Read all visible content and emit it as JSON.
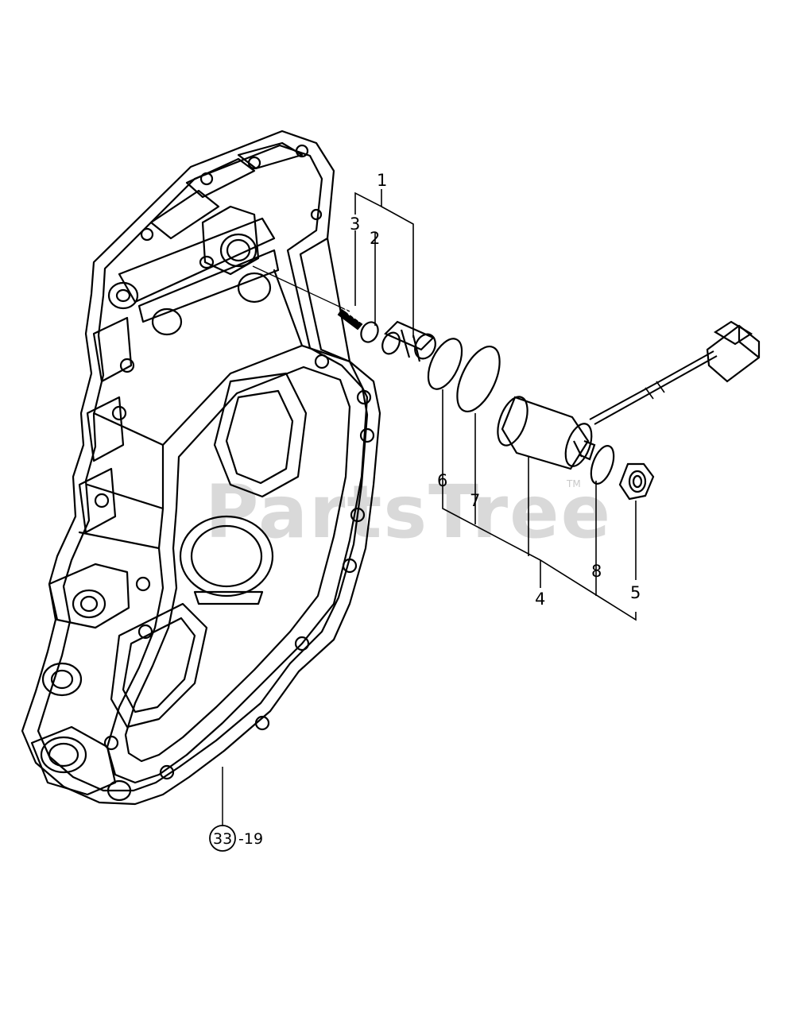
{
  "watermark": {
    "text": "PartsTree",
    "tm": "TM"
  },
  "callouts": {
    "c1": "1",
    "c2": "2",
    "c3": "3",
    "c4": "4",
    "c5": "5",
    "c6": "6",
    "c7": "7",
    "c8": "8"
  },
  "reference": {
    "circle": "33",
    "suffix": "-19"
  }
}
